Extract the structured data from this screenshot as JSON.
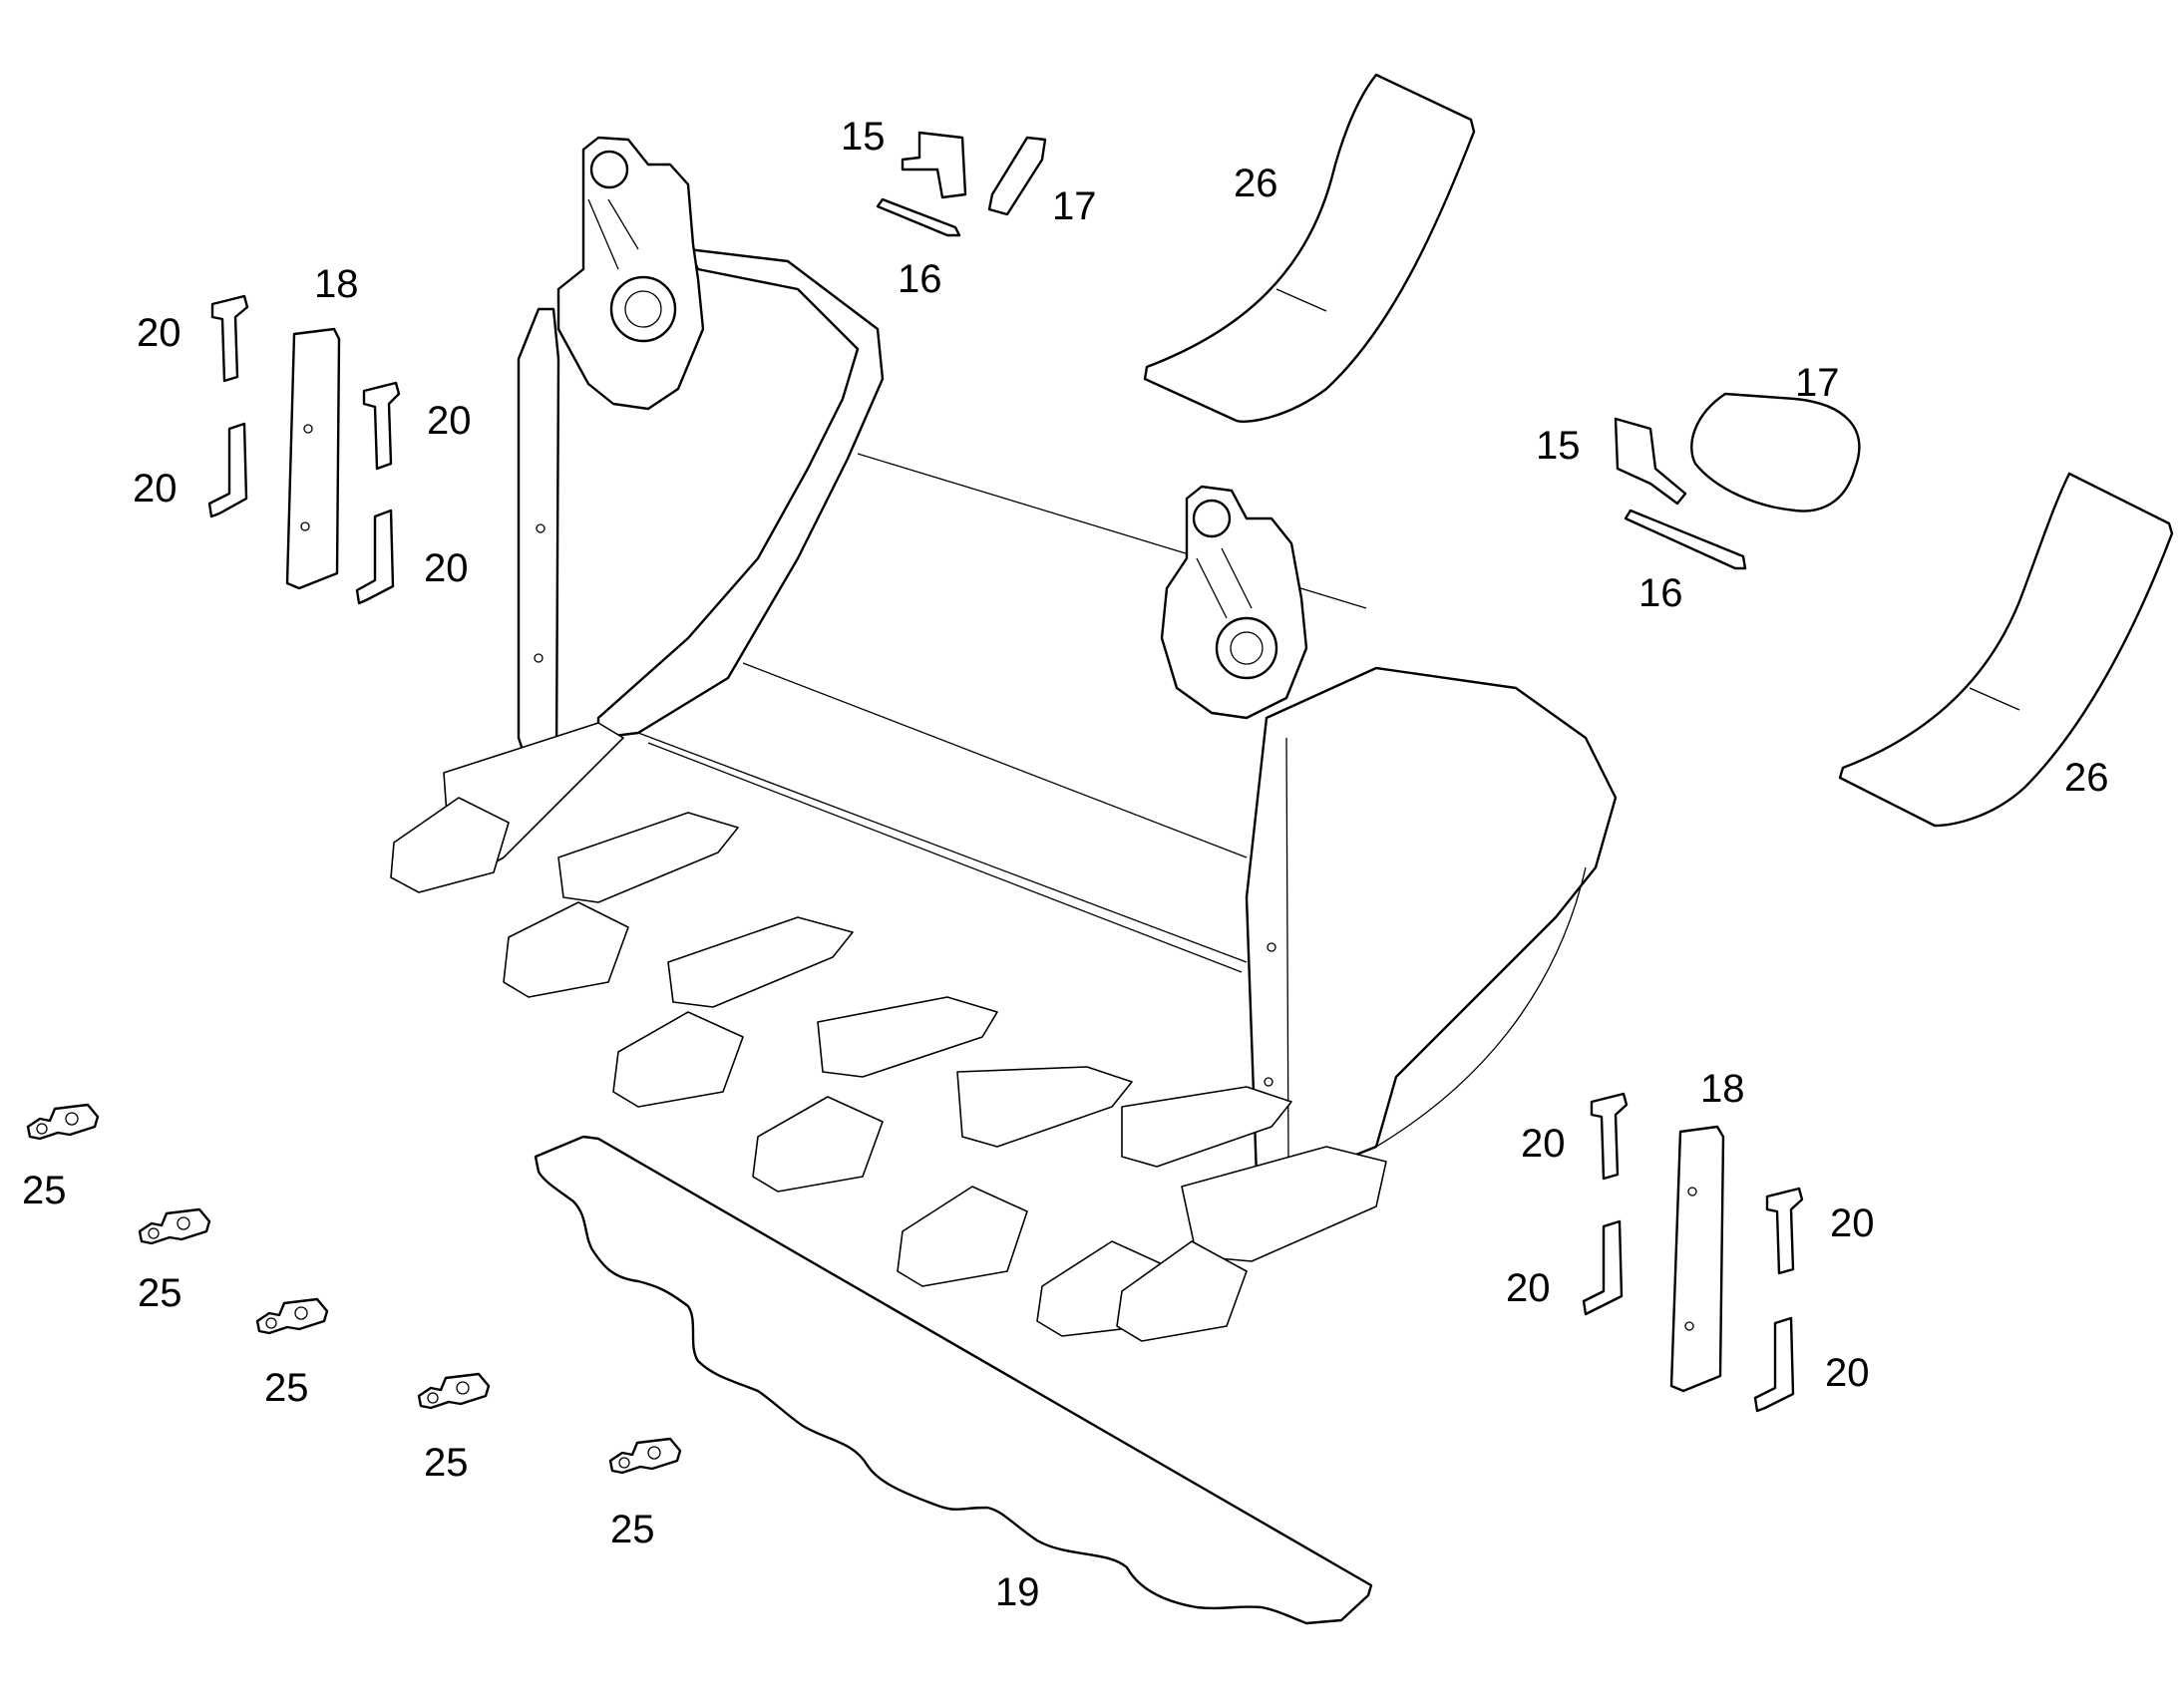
{
  "diagram": {
    "callouts": {
      "c15a": "15",
      "c16a": "16",
      "c17a": "17",
      "c26a": "26",
      "c18a": "18",
      "c20a": "20",
      "c20b": "20",
      "c20c": "20",
      "c20d": "20",
      "c15b": "15",
      "c16b": "16",
      "c17b": "17",
      "c26b": "26",
      "c18b": "18",
      "c20e": "20",
      "c20f": "20",
      "c20g": "20",
      "c20h": "20",
      "c25a": "25",
      "c25b": "25",
      "c25c": "25",
      "c25d": "25",
      "c25e": "25",
      "c19": "19"
    }
  }
}
